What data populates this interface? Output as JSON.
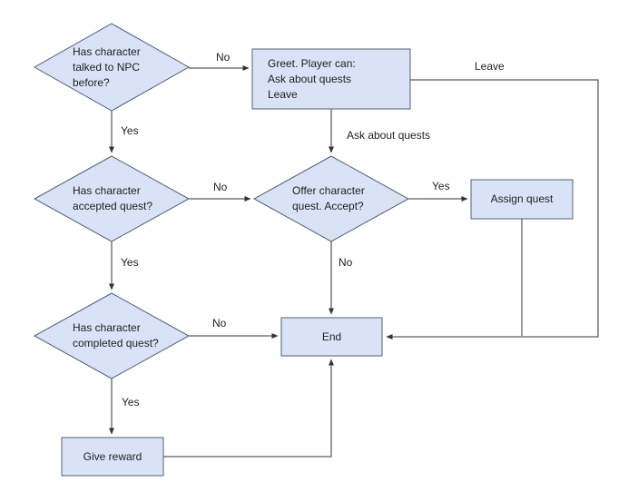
{
  "diagram": {
    "colors": {
      "background": "#ffffff",
      "node_fill": "#d9e3f5",
      "node_border": "#55606e",
      "connector": "#333333",
      "text": "#1f1f1f"
    },
    "nodes": {
      "talked": {
        "type": "decision",
        "label": "Has character\ntalked to NPC\nbefore?"
      },
      "greet": {
        "type": "process",
        "label": "Greet. Player can:\nAsk about quests\nLeave"
      },
      "accepted": {
        "type": "decision",
        "label": "Has character\naccepted quest?"
      },
      "offer": {
        "type": "decision",
        "label": "Offer character\nquest. Accept?"
      },
      "assign": {
        "type": "process",
        "label": "Assign quest"
      },
      "completed": {
        "type": "decision",
        "label": "Has character\ncompleted quest?"
      },
      "end": {
        "type": "process",
        "label": "End"
      },
      "reward": {
        "type": "process",
        "label": "Give reward"
      }
    },
    "edge_labels": {
      "talked_no": "No",
      "talked_yes": "Yes",
      "ask_about_quests": "Ask about quests",
      "leave": "Leave",
      "accepted_no": "No",
      "accepted_yes": "Yes",
      "offer_yes": "Yes",
      "offer_no": "No",
      "completed_no": "No",
      "completed_yes": "Yes"
    }
  }
}
